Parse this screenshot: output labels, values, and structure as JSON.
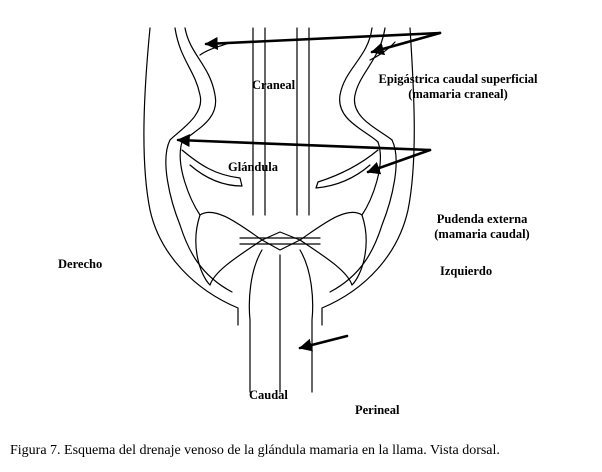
{
  "labels": {
    "craneal": "Craneal",
    "epigastrica_line1": "Epigástrica caudal superficial",
    "epigastrica_line2": "(mamaria craneal)",
    "glandula": "Glándula",
    "pudenda_line1": "Pudenda externa",
    "pudenda_line2": "(mamaria caudal)",
    "derecho": "Derecho",
    "izquierdo": "Izquierdo",
    "caudal": "Caudal",
    "perineal": "Perineal"
  },
  "caption": "Figura 7. Esquema del drenaje venoso de la glándula mamaria en la llama. Vista dorsal."
}
